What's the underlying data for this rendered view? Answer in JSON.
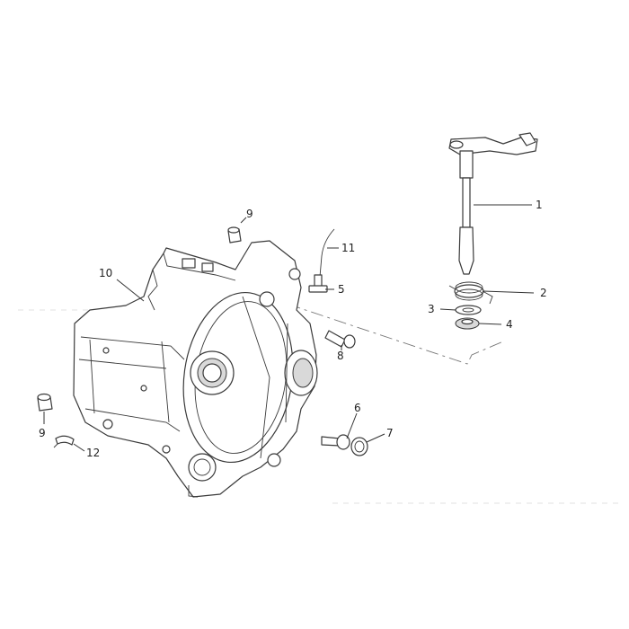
{
  "callouts": {
    "c1": "1",
    "c2": "2",
    "c3": "3",
    "c4": "4",
    "c5": "5",
    "c6": "6",
    "c7": "7",
    "c8": "8",
    "c9a": "9",
    "c9b": "9",
    "c10": "10",
    "c11": "11",
    "c12": "12"
  },
  "colors": {
    "line": "#3a3a3a",
    "shade": "#d9d9d9",
    "background": "#ffffff"
  }
}
